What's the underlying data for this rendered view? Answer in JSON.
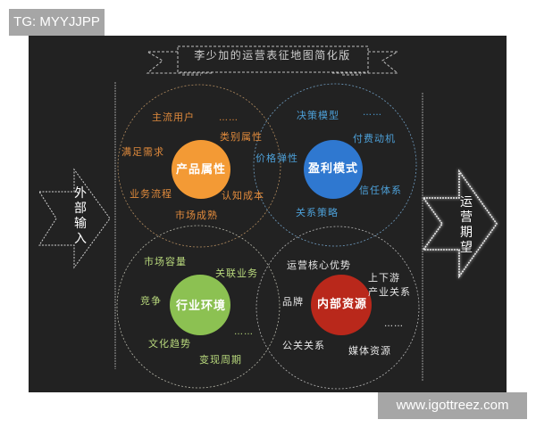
{
  "tag": {
    "label": "TG: MYYJJPP"
  },
  "watermark": {
    "label": "www.igottreez.com"
  },
  "banner": {
    "title": "李少加的运营表征地图简化版"
  },
  "left_arrow": {
    "label": [
      "外",
      "部",
      "输",
      "入"
    ]
  },
  "right_arrow": {
    "label": [
      "运",
      "营",
      "期",
      "望"
    ]
  },
  "colors": {
    "background": "#222222",
    "orange": "#f39a35",
    "blue": "#2f78d0",
    "green": "#8cc152",
    "red": "#b9281b",
    "orange_text": "#e08a3c",
    "blue_text": "#4da0d8",
    "green_text": "#b8d87c",
    "white_text": "#e6e6e6"
  },
  "quadrants": {
    "product": {
      "core": "产品属性",
      "items": [
        "主流用户",
        "类别属性",
        "满足需求",
        "业务流程",
        "认知成本",
        "市场成熟"
      ],
      "ellipsis": "……"
    },
    "profit": {
      "core": "盈利模式",
      "items": [
        "决策模型",
        "付费动机",
        "价格弹性",
        "信任体系",
        "关系策略"
      ],
      "ellipsis": "……"
    },
    "industry": {
      "core": "行业环境",
      "items": [
        "市场容量",
        "关联业务",
        "竞争",
        "文化趋势",
        "变现周期"
      ],
      "ellipsis": "……"
    },
    "internal": {
      "core": "内部资源",
      "items": [
        "运营核心优势",
        "上下游",
        "产业关系",
        "品牌",
        "公关关系",
        "媒体资源"
      ],
      "ellipsis": "……"
    }
  }
}
